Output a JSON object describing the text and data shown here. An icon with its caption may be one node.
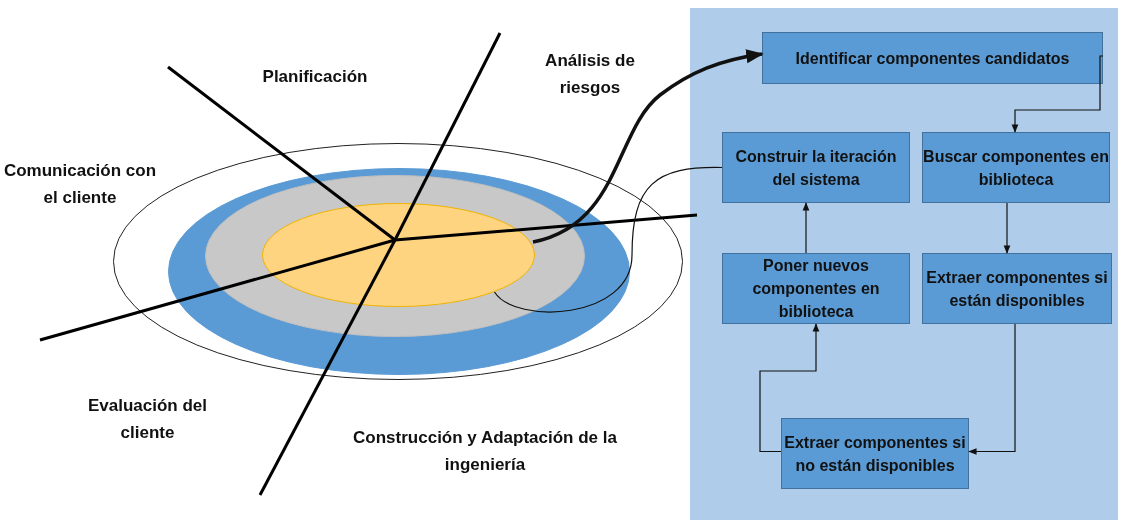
{
  "diagram": {
    "nodes": [
      {
        "text": [],
        "shape": "ellipse"
      },
      {
        "text": [],
        "shape": "ellipse",
        "in": 0
      },
      {
        "text": [],
        "shape": "ellipse",
        "in": 1
      },
      {
        "text": [],
        "shape": "ellipse",
        "in": 2
      },
      {
        "text": [],
        "shape": "box"
      },
      {
        "text": [
          "Identificar componentes candidatos"
        ],
        "in": 4
      },
      {
        "text": [
          "Construir la iteración del sistema"
        ],
        "in": 4
      },
      {
        "text": [
          "Buscar componentes en biblioteca"
        ],
        "in": 4
      },
      {
        "text": [
          "Poner nuevos componentes en biblioteca"
        ],
        "in": 4
      },
      {
        "text": [
          "Extraer componentes si están disponibles"
        ],
        "in": 4
      },
      {
        "text": [
          "Extraer componentes si no están disponibles"
        ],
        "in": 4
      }
    ],
    "edges": [
      {
        "from": 3,
        "to": 5,
        "arrow": "to",
        "style": "thick"
      },
      {
        "from": 6,
        "to": 3,
        "arrow": "none"
      },
      {
        "from": 5,
        "to": 7,
        "arrow": "to"
      },
      {
        "from": 7,
        "to": 9,
        "arrow": "to"
      },
      {
        "from": 9,
        "to": 10,
        "arrow": "to"
      },
      {
        "from": 10,
        "to": 8,
        "arrow": "to"
      },
      {
        "from": 8,
        "to": 6,
        "arrow": "to"
      }
    ],
    "labels": [
      "Planificación",
      "Análisis de riesgos",
      "Comunicación con el cliente",
      "Evaluación del cliente",
      "Construcción y Adaptación de la ingeniería"
    ]
  }
}
